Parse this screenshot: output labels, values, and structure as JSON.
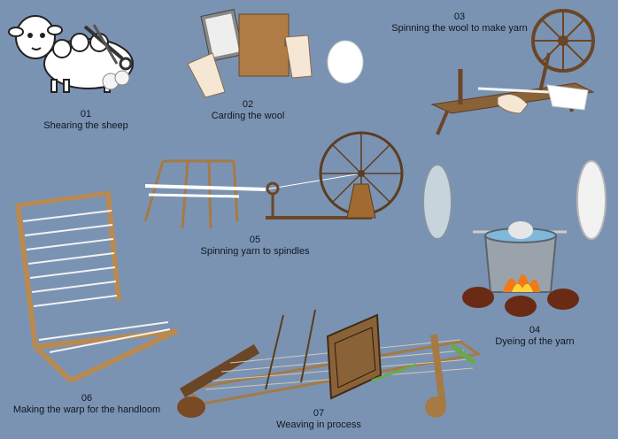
{
  "steps": [
    {
      "number": "01",
      "caption": "Shearing the sheep"
    },
    {
      "number": "02",
      "caption": "Carding the wool"
    },
    {
      "number": "03",
      "caption": "Spinning the wool to make yarn"
    },
    {
      "number": "04",
      "caption": "Dyeing of the yarn"
    },
    {
      "number": "05",
      "caption": "Spinning yarn to spindles"
    },
    {
      "number": "06",
      "caption": "Making the warp for the handloom"
    },
    {
      "number": "07",
      "caption": "Weaving in process"
    }
  ],
  "colors": {
    "background": "#7b93b3",
    "wood": "#a57a44",
    "dark_wood": "#6b4626",
    "wool": "#ffffff",
    "flame": "#f07a1a",
    "pot": "#9aa3ab"
  }
}
